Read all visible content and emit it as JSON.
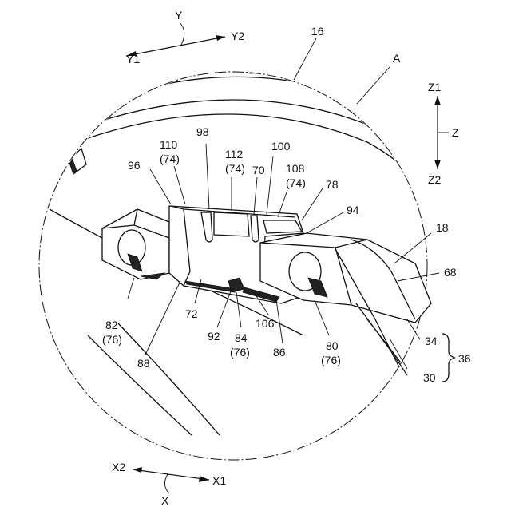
{
  "figure": {
    "axes": {
      "y": {
        "axis": "Y",
        "neg": "Y1",
        "pos": "Y2"
      },
      "z": {
        "axis": "Z",
        "pos": "Z1",
        "neg": "Z2"
      },
      "x": {
        "axis": "X",
        "neg": "X2",
        "pos": "X1"
      }
    },
    "detail_label": "A",
    "labels": {
      "n16": "16",
      "n18": "18",
      "n68": "68",
      "n34": "34",
      "n36": "36",
      "n30": "30",
      "n98": "98",
      "n110": "110",
      "n110b": "(74)",
      "n112": "112",
      "n112b": "(74)",
      "n70": "70",
      "n100": "100",
      "n108": "108",
      "n108b": "(74)",
      "n78": "78",
      "n94": "94",
      "n96": "96",
      "n82": "82",
      "n82b": "(76)",
      "n88": "88",
      "n72": "72",
      "n92": "92",
      "n84": "84",
      "n84b": "(76)",
      "n106": "106",
      "n86": "86",
      "n80": "80",
      "n80b": "(76)"
    }
  }
}
